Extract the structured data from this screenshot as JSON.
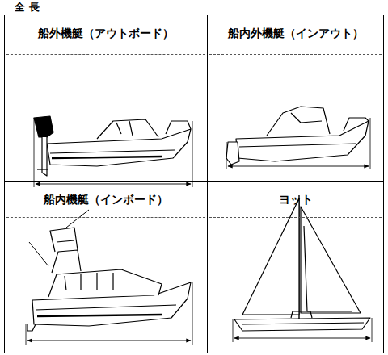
{
  "diagram": {
    "title": "全 長",
    "nodes": [
      {
        "text": [
          "船外機艇（アウトボード）"
        ]
      },
      {
        "text": [
          "船内外機艇（インアウト）"
        ]
      },
      {
        "text": [
          "船内機艇（インボード）"
        ]
      },
      {
        "text": [
          "ヨット"
        ]
      }
    ]
  }
}
